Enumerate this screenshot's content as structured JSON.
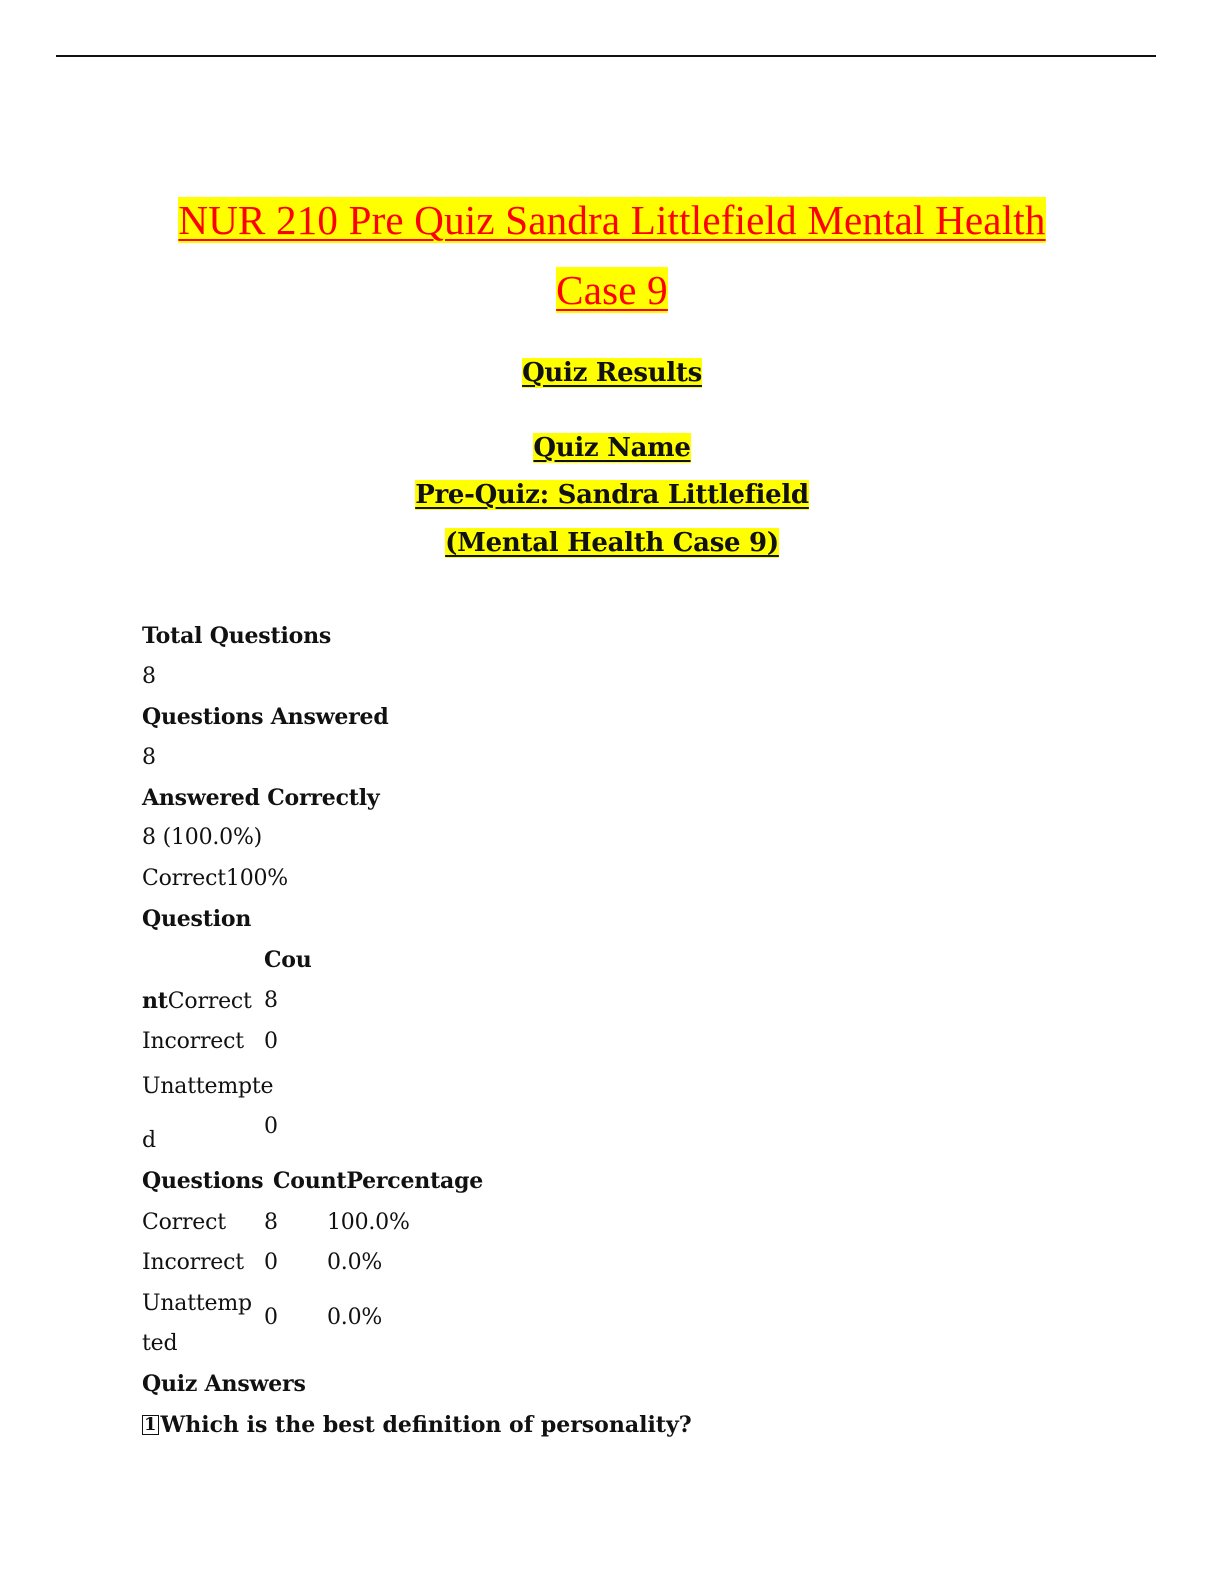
{
  "title": {
    "line1": "NUR 210 Pre Quiz  Sandra Littlefield  Mental Health ",
    "line2": "Case 9"
  },
  "quiz_results_heading": "Quiz Results",
  "quiz_name": {
    "label": "Quiz Name",
    "line1": "Pre-Quiz: Sandra Littlefield",
    "line2": "(Mental Health Case 9)"
  },
  "summary": {
    "total_label": "Total Questions",
    "total_value": "8",
    "answered_label": "Questions Answered",
    "answered_value": "8",
    "correct_label": "Answered Correctly",
    "correct_value": "8 (100.0%)",
    "correct_pct": "Correct100%"
  },
  "count_table": {
    "header_a": "Question",
    "header_b": "Cou",
    "header_c": "nt",
    "rows": [
      {
        "label": "Correct",
        "count": "8"
      },
      {
        "label": "Incorrect",
        "count": "0"
      },
      {
        "label_a": "Unattempte",
        "label_b": "d",
        "count": "0"
      }
    ]
  },
  "pct_table": {
    "headers": [
      "Questions",
      "Count",
      "Percentage"
    ],
    "rows": [
      {
        "label": "Correct",
        "count": "8",
        "pct": "100.0%"
      },
      {
        "label": "Incorrect",
        "count": "0",
        "pct": "0.0%"
      },
      {
        "label_a": "Unattemp",
        "label_b": "ted",
        "count": "0",
        "pct": "0.0%"
      }
    ]
  },
  "answers": {
    "heading": "Quiz Answers",
    "q1_number": "1",
    "q1_text": "Which is the best definition of personality?"
  }
}
